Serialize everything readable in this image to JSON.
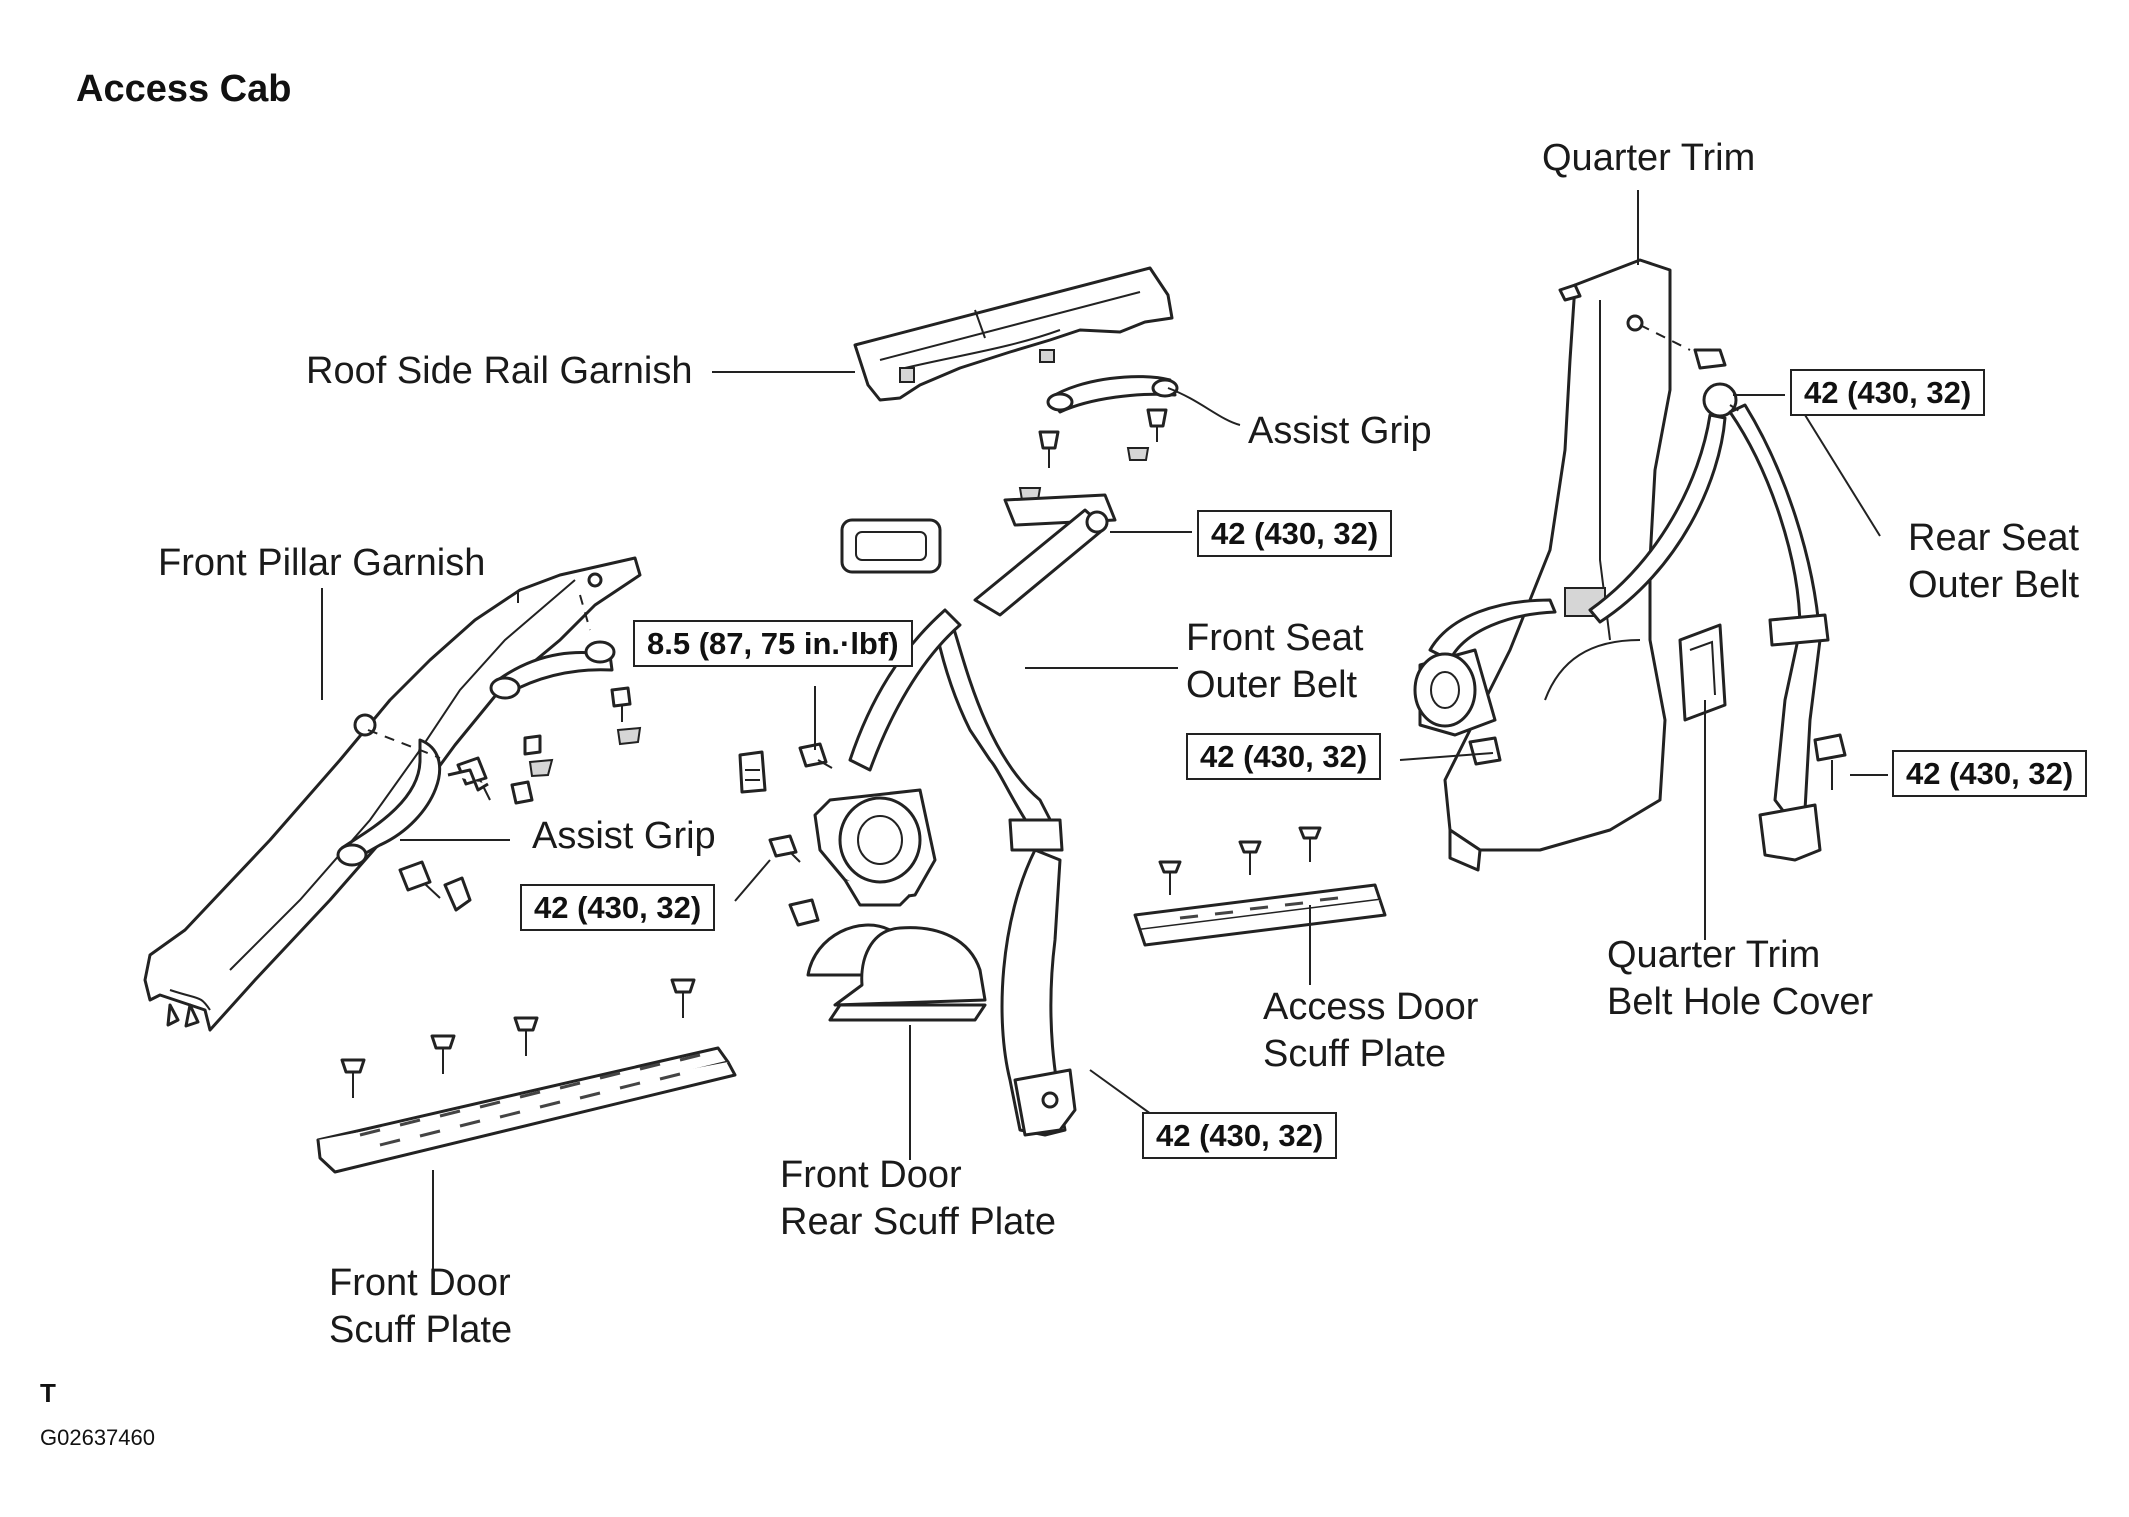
{
  "title": "Access Cab",
  "labels": {
    "quarter_trim": "Quarter Trim",
    "roof_side_rail_garnish": "Roof Side Rail Garnish",
    "assist_grip_upper": "Assist Grip",
    "front_pillar_garnish": "Front Pillar Garnish",
    "front_seat_outer_belt": "Front Seat\nOuter Belt",
    "rear_seat_outer_belt": "Rear Seat\nOuter Belt",
    "assist_grip_lower": "Assist Grip",
    "access_door_scuff_plate": "Access Door\nScuff Plate",
    "quarter_trim_belt_hole_cover": "Quarter Trim\nBelt Hole Cover",
    "front_door_rear_scuff_plate": "Front Door\nRear Scuff Plate",
    "front_door_scuff_plate": "Front Door\nScuff Plate"
  },
  "torque_specs": {
    "quarter_trim_anchor": "42 (430, 32)",
    "front_belt_upper_anchor": "42 (430, 32)",
    "front_belt_retractor_upper": "8.5 (87, 75 in.·lbf)",
    "rear_retractor": "42 (430, 32)",
    "rear_belt_lower": "42 (430, 32)",
    "front_retractor_lower": "42 (430, 32)",
    "front_belt_floor_anchor": "42 (430, 32)"
  },
  "footer": {
    "code_letter": "T",
    "figure_id": "G02637460"
  }
}
